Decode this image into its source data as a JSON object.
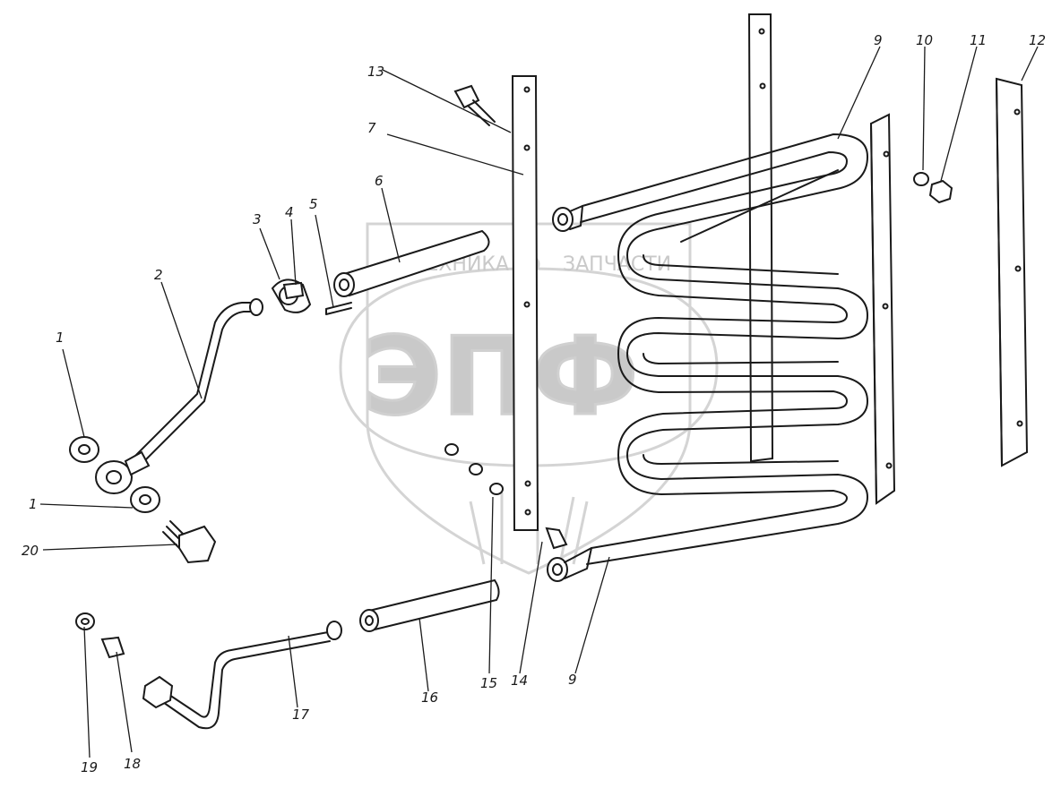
{
  "watermark": {
    "brand_left": "ТЕХНИКА",
    "brand_right": "ЗАПЧАСТИ",
    "logo_letters": "ЭПФ"
  },
  "callouts": [
    {
      "id": "c1a",
      "label": "1"
    },
    {
      "id": "c1b",
      "label": "1"
    },
    {
      "id": "c2",
      "label": "2"
    },
    {
      "id": "c3",
      "label": "3"
    },
    {
      "id": "c4",
      "label": "4"
    },
    {
      "id": "c5",
      "label": "5"
    },
    {
      "id": "c6",
      "label": "6"
    },
    {
      "id": "c7",
      "label": "7"
    },
    {
      "id": "c9a",
      "label": "9"
    },
    {
      "id": "c9b",
      "label": "9"
    },
    {
      "id": "c10",
      "label": "10"
    },
    {
      "id": "c11",
      "label": "11"
    },
    {
      "id": "c12",
      "label": "12"
    },
    {
      "id": "c13",
      "label": "13"
    },
    {
      "id": "c14",
      "label": "14"
    },
    {
      "id": "c15",
      "label": "15"
    },
    {
      "id": "c16",
      "label": "16"
    },
    {
      "id": "c17",
      "label": "17"
    },
    {
      "id": "c18",
      "label": "18"
    },
    {
      "id": "c19",
      "label": "19"
    },
    {
      "id": "c20",
      "label": "20"
    }
  ]
}
